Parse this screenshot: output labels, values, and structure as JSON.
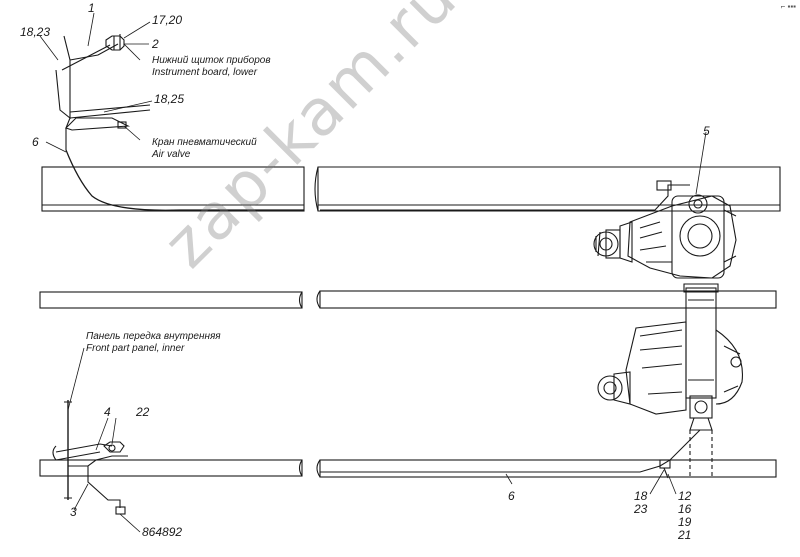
{
  "callouts": {
    "c1": "1",
    "c2": "2",
    "c17_20": "17,20",
    "c18_23": "18,23",
    "c18_25": "18,25",
    "c6_top": "6",
    "c5": "5",
    "c4": "4",
    "c22": "22",
    "c3": "3",
    "c6_bottom": "6",
    "part_number": "864892",
    "col_left": [
      "18",
      "23"
    ],
    "col_right": [
      "12",
      "16",
      "19",
      "21"
    ]
  },
  "notes": {
    "instrument_board_ru": "Нижний щиток приборов",
    "instrument_board_en": "Instrument board, lower",
    "air_valve_ru": "Кран пневматический",
    "air_valve_en": "Air valve",
    "front_panel_ru": "Панель передка внутренняя",
    "front_panel_en": "Front part panel, inner"
  },
  "watermark": "zap-kam.ru",
  "corner_mark": "⌐ ▪▪▪",
  "colors": {
    "line": "#1a1a1a",
    "watermark": "#9a9a9a"
  }
}
